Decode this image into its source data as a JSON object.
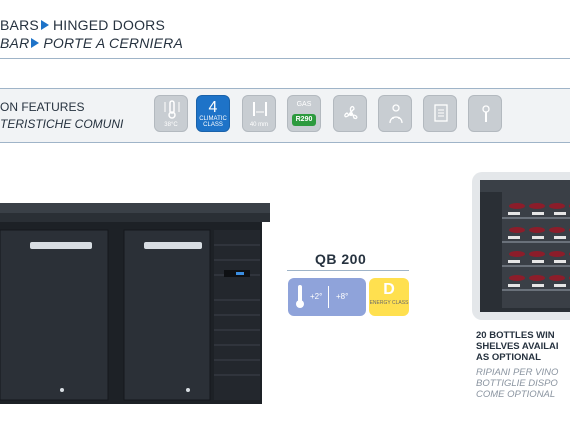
{
  "header": {
    "line1": {
      "left": "BARS",
      "right": "HINGED DOORS"
    },
    "line2": {
      "left": "BAR",
      "right": "PORTE A CERNIERA"
    }
  },
  "features": {
    "label_en": "ON FEATURES",
    "label_it": "TERISTICHE COMUNI",
    "icons": [
      {
        "name": "thermometer-icon",
        "caption": "38°C"
      },
      {
        "name": "climatic-class-icon",
        "value": "4",
        "caption": "CLIMATIC CLASS"
      },
      {
        "name": "insulation-icon",
        "caption": "40 mm"
      },
      {
        "name": "gas-icon",
        "label": "GAS",
        "value": "R290"
      },
      {
        "name": "fan-icon"
      },
      {
        "name": "hygiene-icon"
      },
      {
        "name": "manual-icon"
      },
      {
        "name": "service-icon"
      }
    ]
  },
  "product": {
    "model": "QB 200",
    "temp_min": "+2°",
    "temp_max": "+8°",
    "energy_letter": "D",
    "energy_label": "ENERGY CLASS"
  },
  "option": {
    "en": [
      "20 BOTTLES WIN",
      "SHELVES AVAILAI",
      "AS OPTIONAL"
    ],
    "it": [
      "RIPIANI PER VINO",
      "BOTTIGLIE DISPO",
      "COME OPTIONAL"
    ]
  },
  "colors": {
    "accent_blue": "#1e73c8",
    "gas_green": "#2d9a3e",
    "energy_yellow": "#ffe04f",
    "temp_blue": "#8fa3da"
  }
}
